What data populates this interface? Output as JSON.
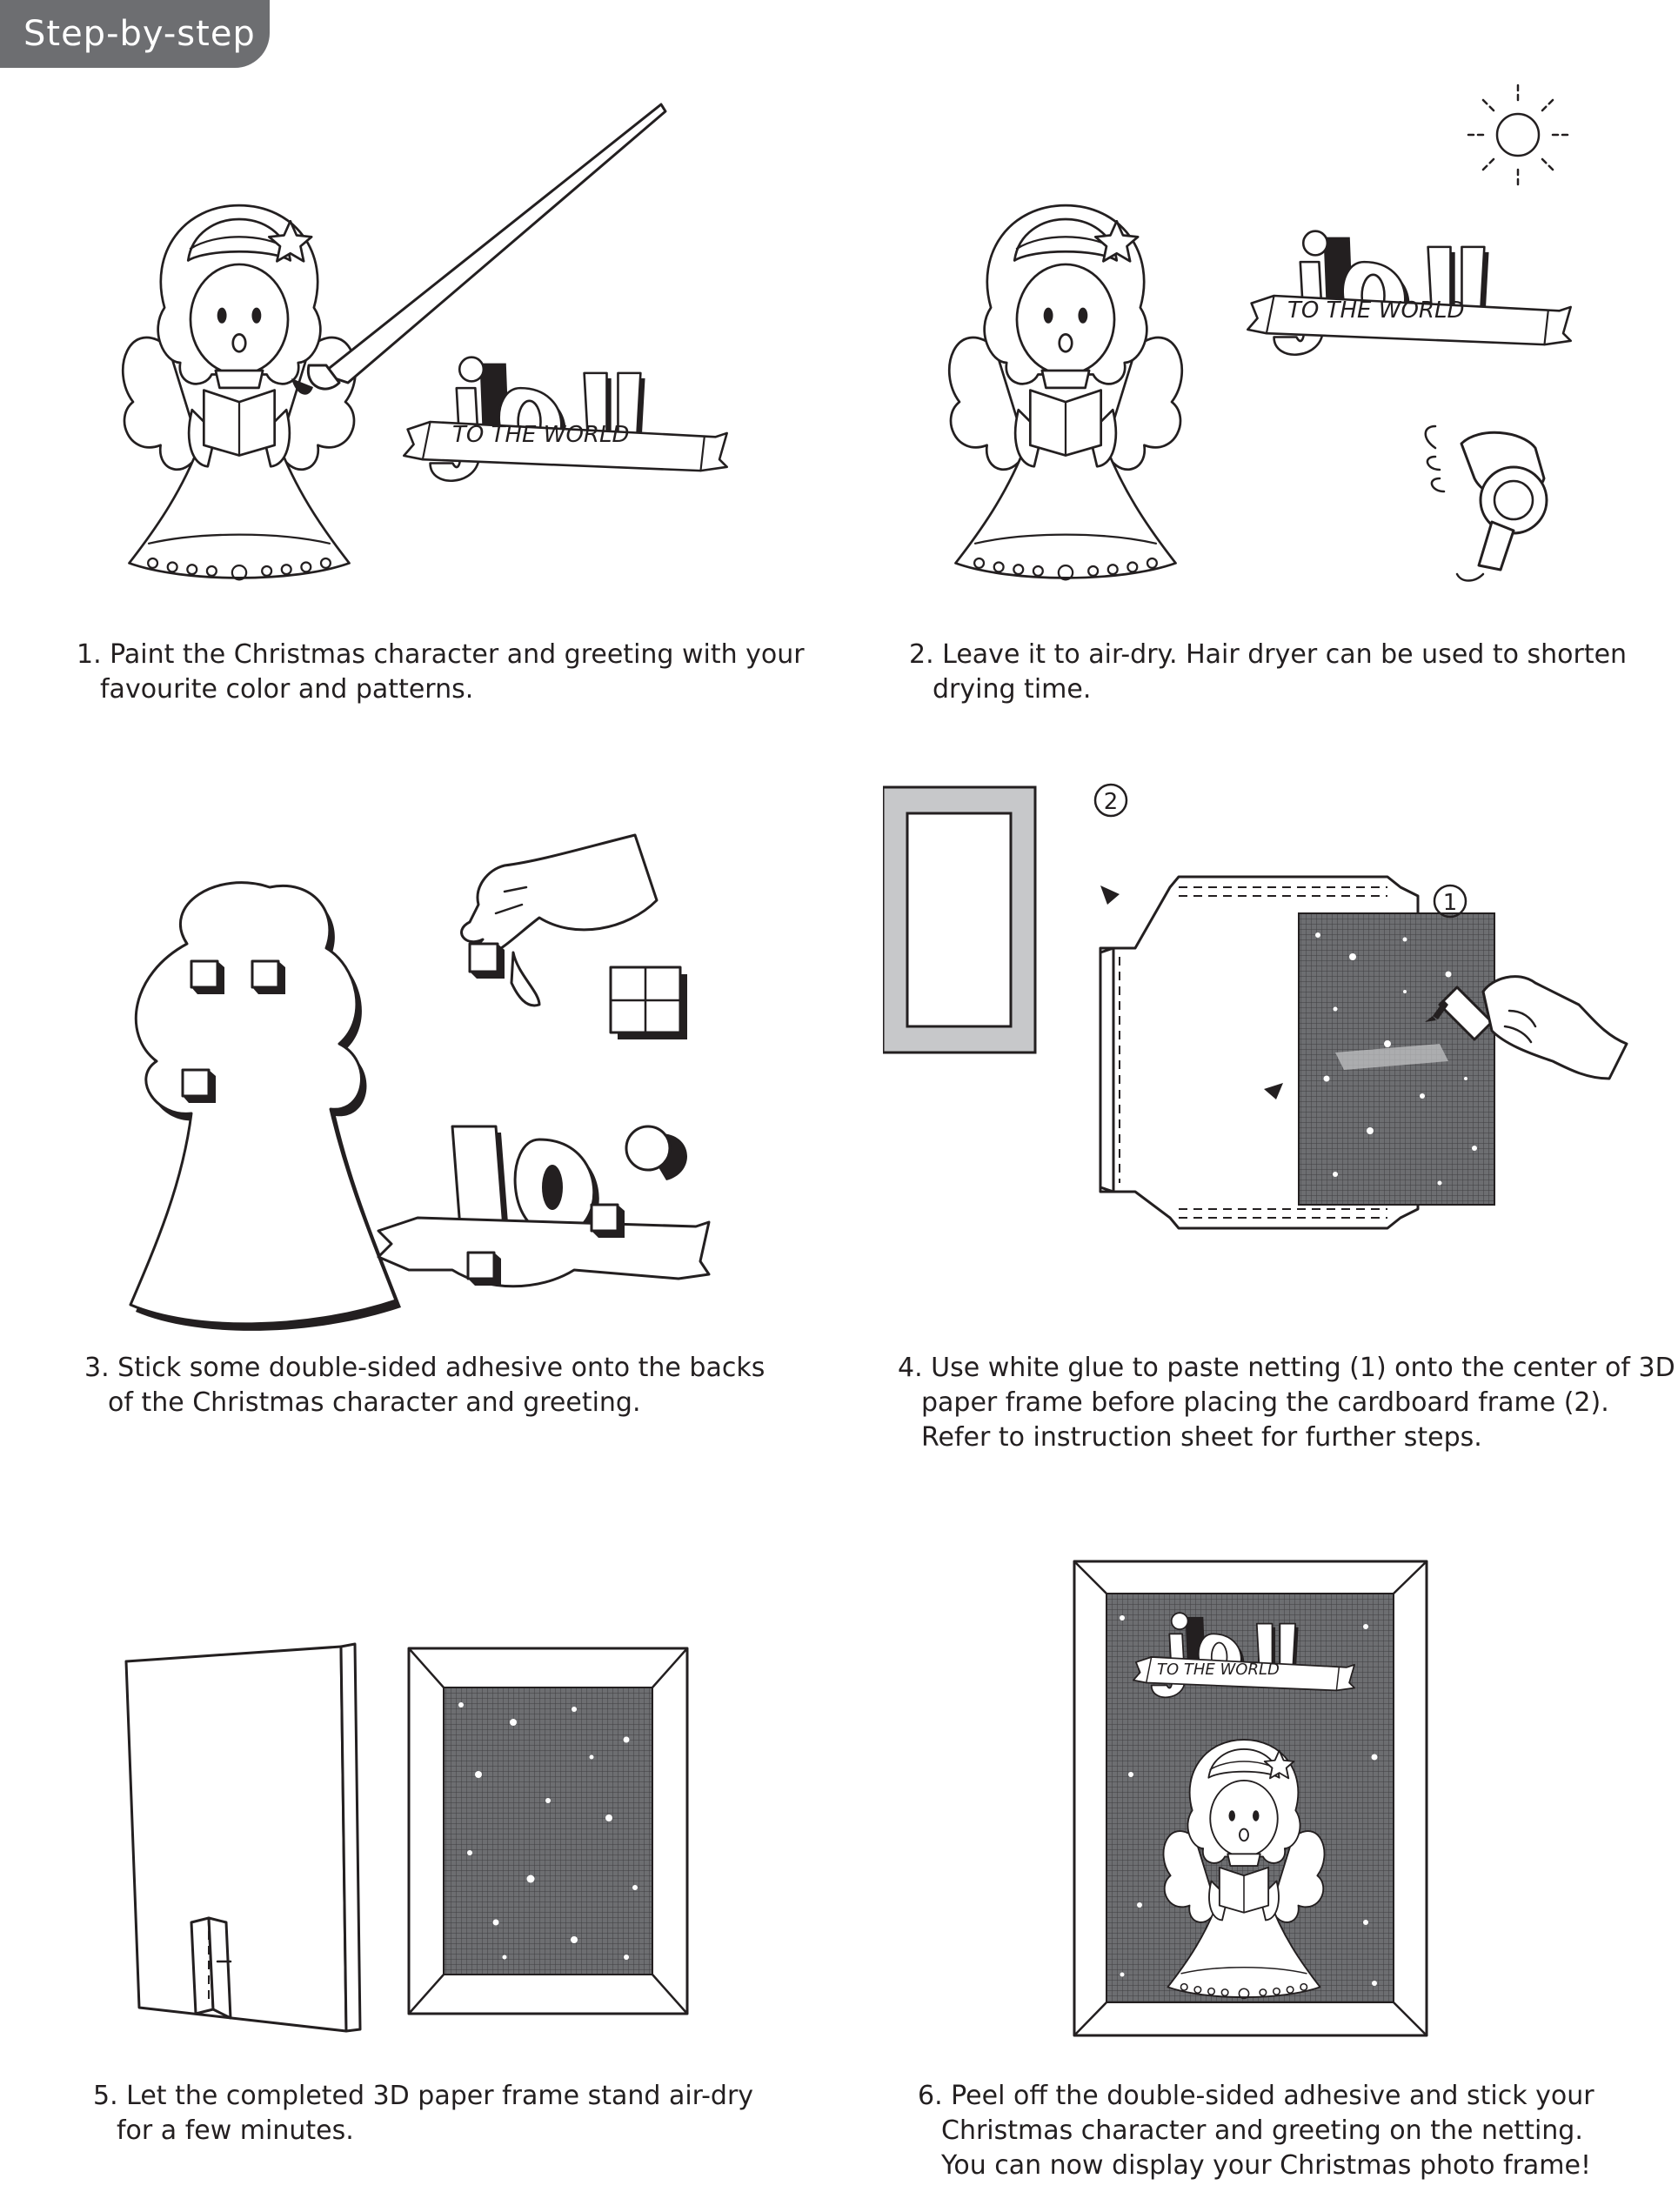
{
  "tab": {
    "label": "Step-by-step"
  },
  "illustration_text": {
    "joy": "joy",
    "to_the_world": "TO THE WORLD",
    "marker_1": "1",
    "marker_2": "2"
  },
  "steps": [
    {
      "lines": [
        "1. Paint the Christmas character and greeting with your",
        "favourite color and patterns."
      ]
    },
    {
      "lines": [
        "2. Leave it to air-dry. Hair dryer can be used to shorten",
        "drying time."
      ]
    },
    {
      "lines": [
        "3. Stick some double-sided adhesive onto the backs",
        "of the Christmas character and greeting."
      ]
    },
    {
      "lines": [
        "4. Use white glue to paste netting (1) onto the center of 3D",
        "paper frame before placing the cardboard frame (2).",
        "Refer to instruction sheet for further steps."
      ]
    },
    {
      "lines": [
        "5. Let the completed 3D paper frame stand air-dry",
        "for a few minutes."
      ]
    },
    {
      "lines": [
        "6. Peel off the double-sided adhesive and stick your",
        "Christmas character and greeting on the netting.",
        "You can now display your Christmas photo frame!"
      ]
    }
  ],
  "colors": {
    "tab_background": "#6d6e71",
    "tab_text": "#ffffff",
    "ink": "#231f20",
    "netting": "#6d6e71",
    "frame_grey": "#c7c8ca"
  },
  "icons": [
    "angel-icon",
    "paintbrush-icon",
    "joy-banner-icon",
    "sun-icon",
    "hair-dryer-icon",
    "hand-icon",
    "adhesive-pad-icon",
    "glue-bottle-icon",
    "cardboard-frame-icon",
    "paper-frame-icon",
    "netting-icon",
    "frame-stand-icon",
    "photo-frame-icon"
  ]
}
